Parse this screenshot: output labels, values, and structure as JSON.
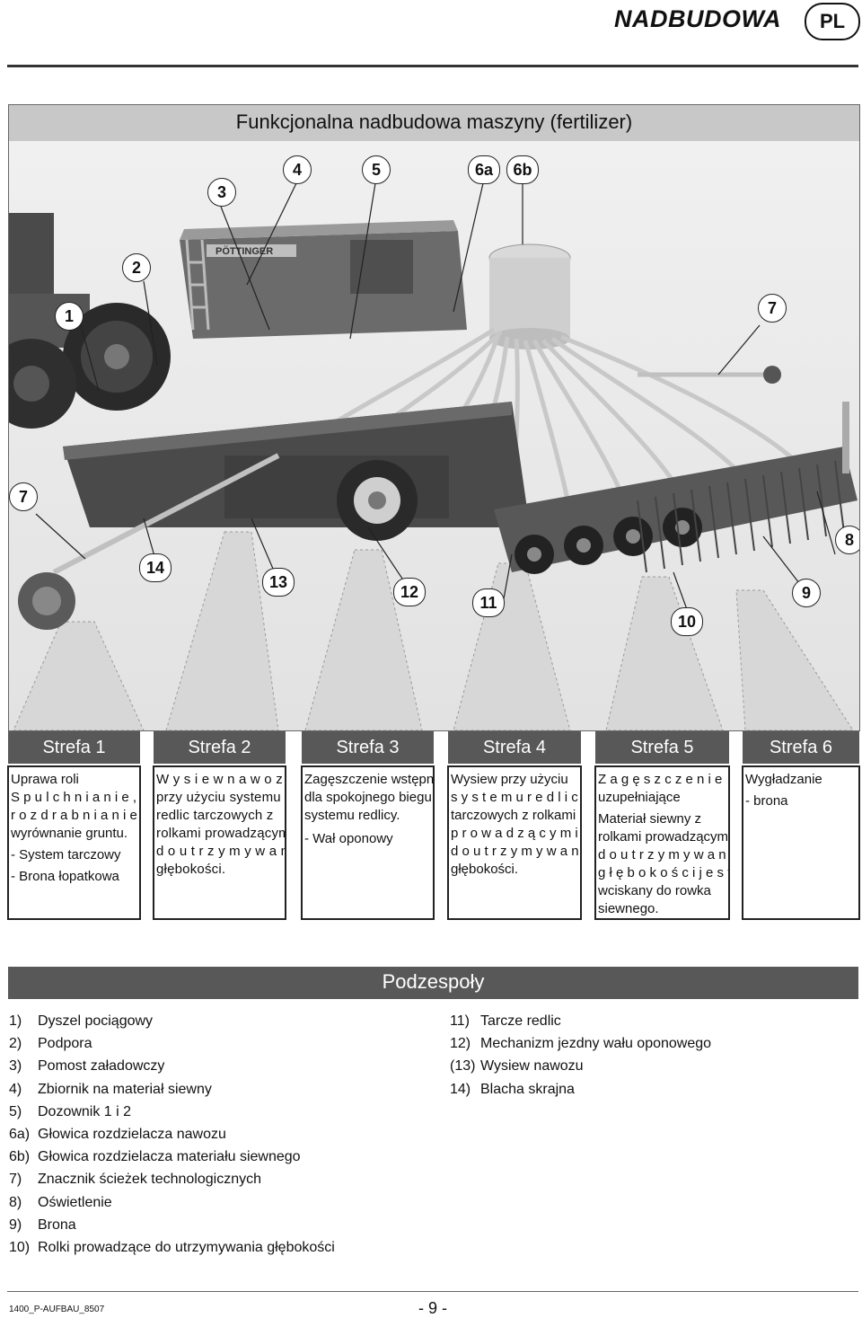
{
  "header": {
    "title": "NADBUDOWA",
    "lang": "PL"
  },
  "panel": {
    "title": "Funkcjonalna nadbudowa maszyny (fertilizer)",
    "brand": "PÖTTINGER",
    "callouts": [
      "1",
      "2",
      "3",
      "4",
      "5",
      "6a",
      "6b",
      "7",
      "7",
      "8",
      "9",
      "10",
      "11",
      "12",
      "13",
      "14"
    ]
  },
  "zones": [
    {
      "title": "Strefa 1",
      "lines": [
        "Uprawa roli",
        "S p u l c h n i a n i e ,",
        "r o z d r a b n i a n i e   i",
        "wyrównanie gruntu.",
        "-   System tarczowy",
        "-   Brona łopatkowa"
      ]
    },
    {
      "title": "Strefa 2",
      "lines": [
        "W y s i e w   n a w o z u",
        "przy użyciu systemu",
        "redlic tarczowych z",
        "rolkami prowadzącymi",
        "d o   u t r z y m y w a n i a",
        "głębokości."
      ]
    },
    {
      "title": "Strefa 3",
      "lines": [
        "Zagęszczenie wstępne",
        "dla spokojnego biegu",
        "systemu redlicy.",
        "-   Wał oponowy"
      ]
    },
    {
      "title": "Strefa 4",
      "lines": [
        "Wysiew przy użyciu",
        "s y s t e m u   r e d l i c",
        "tarczowych z rolkami",
        "p r o w a d z ą c y m i",
        "d o   u t r z y m y w a n i a",
        "głębokości."
      ]
    },
    {
      "title": "Strefa 5",
      "lines": [
        "Z a g ę s z c z e n i e",
        "uzupełniające",
        "Materiał siewny z",
        "rolkami prowadzącymi",
        "d o   u t r z y m y w a n i a",
        "g ł ę b o k o ś c i   j e s t",
        "wciskany do rowka",
        "siewnego."
      ]
    },
    {
      "title": "Strefa 6",
      "lines": [
        "Wygładzanie",
        "-   brona"
      ]
    }
  ],
  "components": {
    "title": "Podzespoły",
    "left": [
      {
        "num": "1)",
        "label": "Dyszel pociągowy"
      },
      {
        "num": "2)",
        "label": "Podpora"
      },
      {
        "num": "3)",
        "label": "Pomost załadowczy"
      },
      {
        "num": "4)",
        "label": "Zbiornik na materiał siewny"
      },
      {
        "num": "5)",
        "label": "Dozownik 1 i 2"
      },
      {
        "num": "6a)",
        "label": "Głowica rozdzielacza nawozu"
      },
      {
        "num": "6b)",
        "label": "Głowica rozdzielacza materiału siewnego"
      },
      {
        "num": "7)",
        "label": "Znacznik ścieżek technologicznych"
      },
      {
        "num": "8)",
        "label": "Oświetlenie"
      },
      {
        "num": "9)",
        "label": "Brona"
      },
      {
        "num": "10)",
        "label": "Rolki prowadzące do utrzymywania głębokości"
      }
    ],
    "right": [
      {
        "num": "11)",
        "label": "Tarcze redlic"
      },
      {
        "num": "12)",
        "label": "Mechanizm jezdny wału oponowego"
      },
      {
        "num": "(13)",
        "label": "Wysiew nawozu"
      },
      {
        "num": "14)",
        "label": "Blacha skrajna"
      }
    ]
  },
  "footer": {
    "code": "1400_P-AUFBAU_8507",
    "page": "- 9 -"
  }
}
